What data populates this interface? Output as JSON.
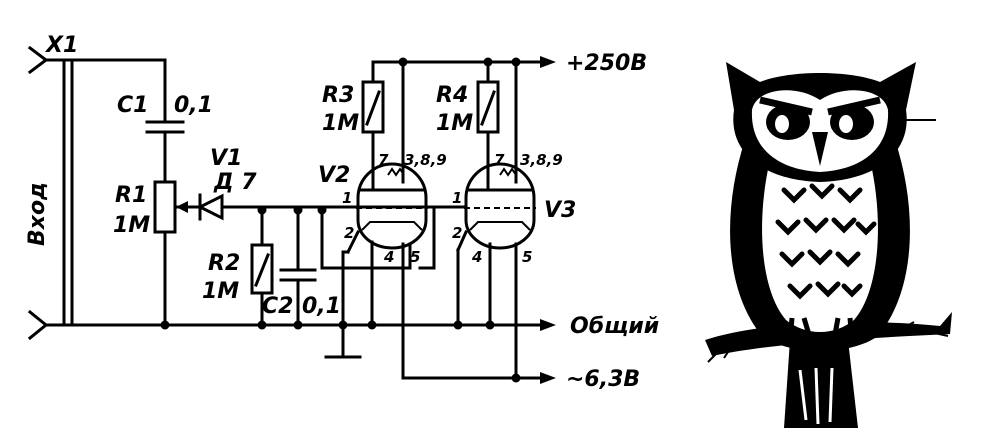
{
  "labels": {
    "x1": "X1",
    "vhod": "Вход",
    "c1": "C1",
    "c1_val": "0,1",
    "r1": "R1",
    "r1_val": "1М",
    "v1": "V1",
    "v1_type": "Д 7",
    "r2": "R2",
    "r2_val": "1М",
    "c2": "C2",
    "c2_val": "0,1",
    "v2": "V2",
    "v3": "V3",
    "r3": "R3",
    "r3_val": "1М",
    "r4": "R4",
    "r4_val": "1М",
    "pin7": "7",
    "pin389": "3,8,9",
    "pin1": "1",
    "pin2": "2",
    "pin4": "4",
    "pin5": "5",
    "plus250": "+250В",
    "common": "Общий",
    "heater": "~6,3В"
  }
}
